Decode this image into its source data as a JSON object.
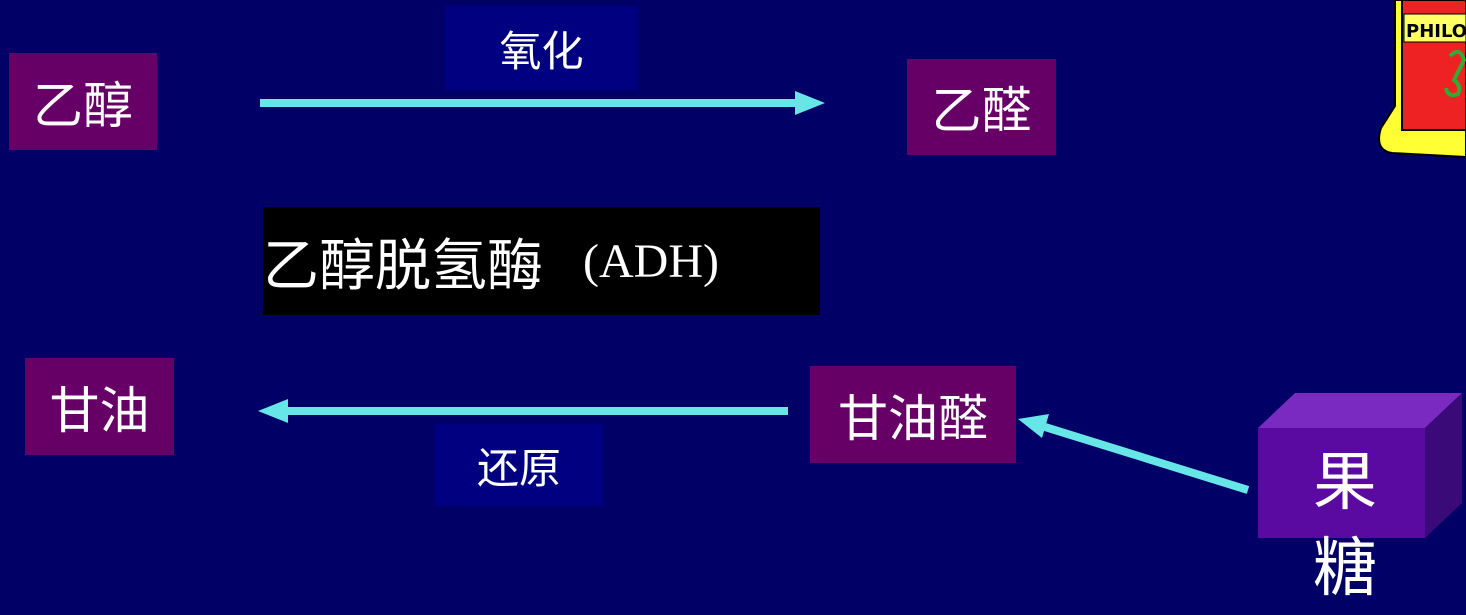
{
  "nodes": {
    "ethanol": "乙醇",
    "acetaldehyde": "乙醛",
    "glycerol": "甘油",
    "glyceraldehyde": "甘油醛",
    "fructose_line1": "果",
    "fructose_line2": "糖"
  },
  "edges": {
    "oxidation": "氧化",
    "reduction": "还原"
  },
  "enzyme": {
    "name": "乙醇脱氢酶",
    "abbr": "(ADH)"
  },
  "bottle": {
    "label": "PHILO"
  },
  "colors": {
    "background": "#000066",
    "node_box": "#660066",
    "edge_label_box": "#000080",
    "arrow": "#66e6e6",
    "cube_front": "#5a0aa0"
  }
}
